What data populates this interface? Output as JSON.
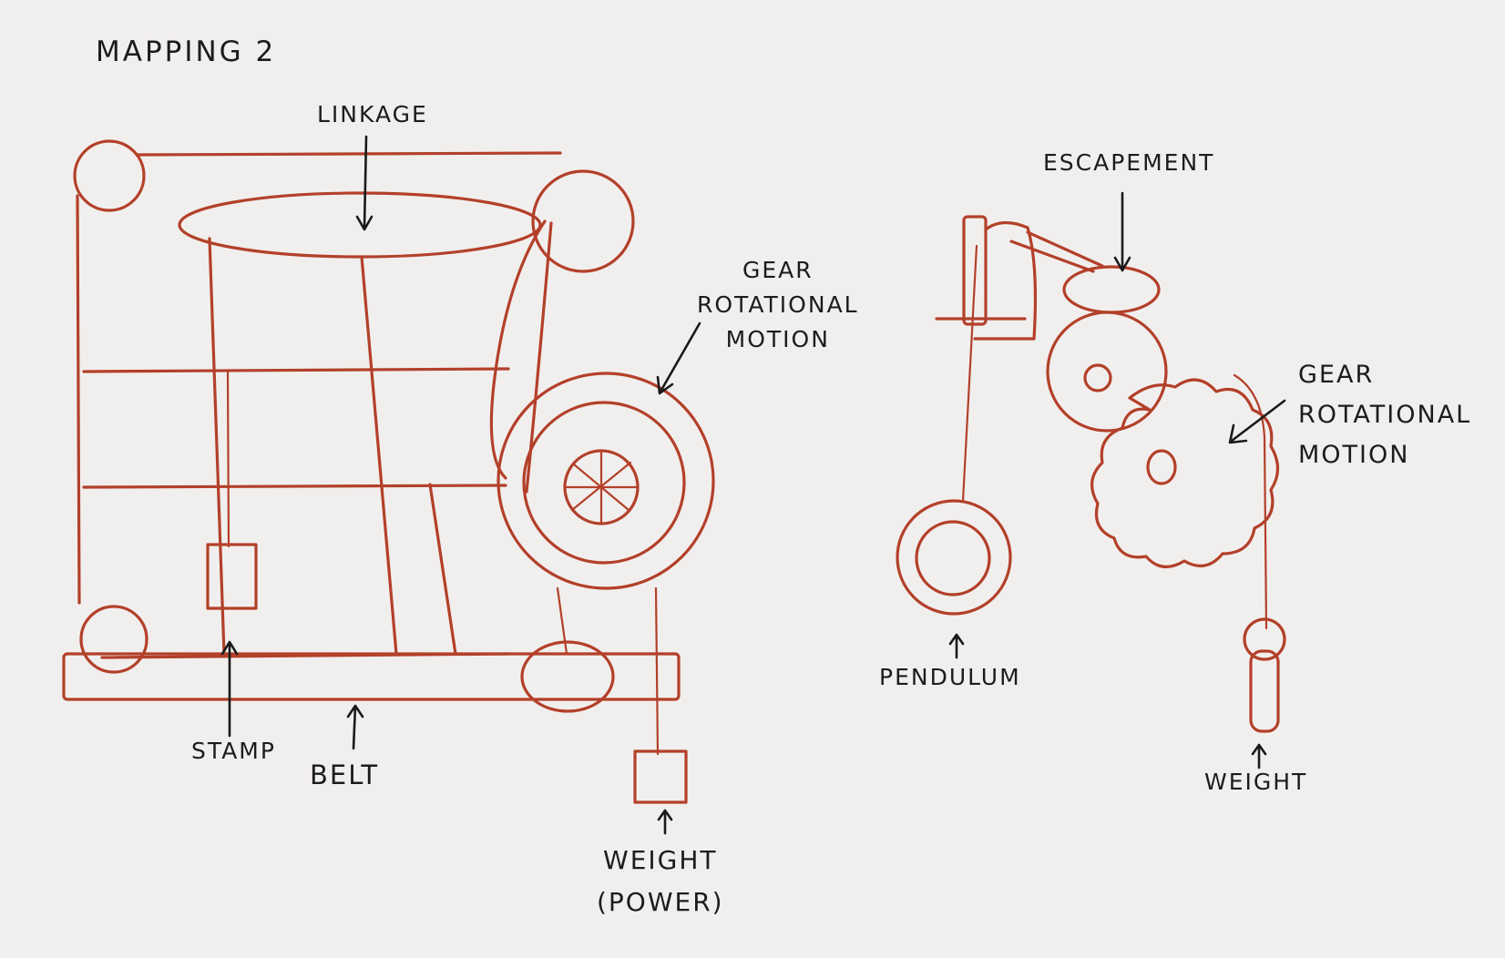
{
  "title": "MAPPING 2",
  "labels": {
    "linkage": "LINKAGE",
    "gear_left": [
      "GEAR",
      "ROTATIONAL",
      "MOTION"
    ],
    "stamp": "STAMP",
    "belt": "BELT",
    "weight_power": [
      "WEIGHT",
      "(POWER)"
    ],
    "escapement": "ESCAPEMENT",
    "gear_right": [
      "GEAR",
      "ROTATIONAL",
      "MOTION"
    ],
    "pendulum": "PENDULUM",
    "weight_right": "WEIGHT"
  },
  "colors": {
    "paper": "#f1efee",
    "ink": "#b3402a",
    "text": "#1c1c1c"
  }
}
